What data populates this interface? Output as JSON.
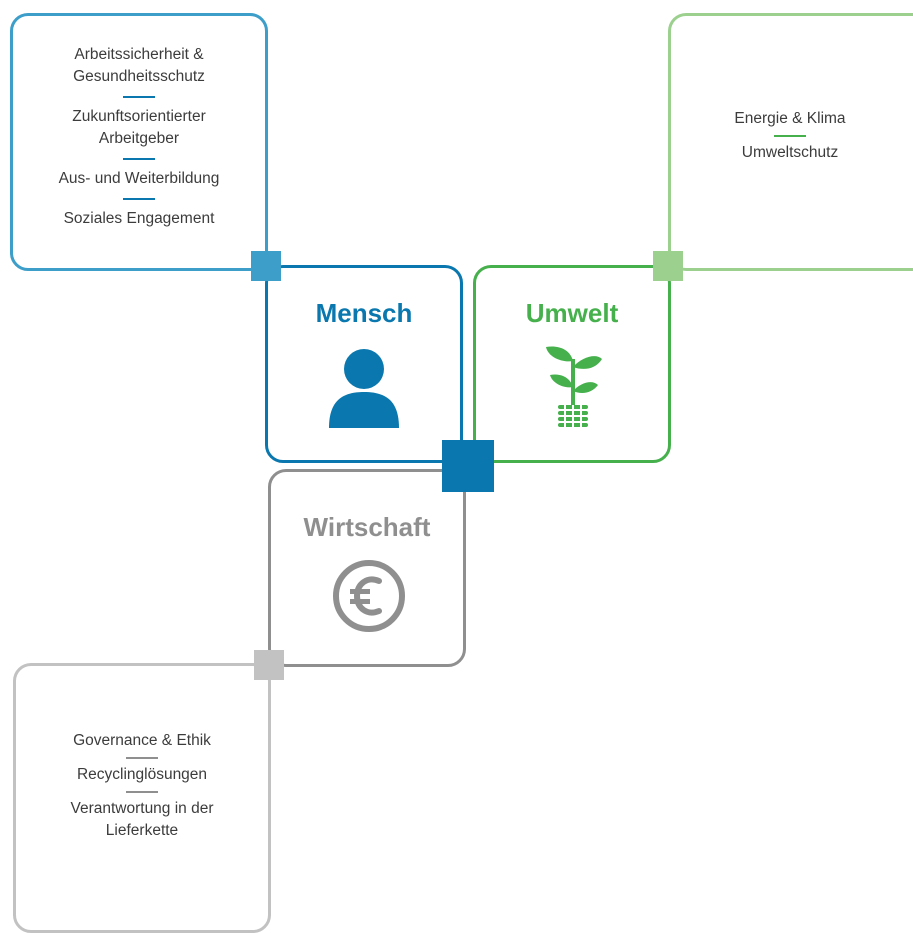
{
  "colors": {
    "mensch": "#0a78ae",
    "mensch_light": "#3c9ec9",
    "umwelt": "#45b04c",
    "umwelt_light": "#9cd08f",
    "wirtschaft": "#8f8f8f",
    "wirtschaft_light": "#c2c2c2"
  },
  "mensch": {
    "title": "Mensch",
    "icon": "person-icon",
    "topics": [
      "Arbeitssicherheit &",
      "Gesundheitsschutz",
      "Zukunftsorientierter",
      "Arbeitgeber",
      "Aus- und Weiterbildung",
      "Soziales Engagement"
    ]
  },
  "umwelt": {
    "title": "Umwelt",
    "icon": "plant-icon",
    "topics": [
      "Energie & Klima",
      "Umweltschutz"
    ]
  },
  "wirtschaft": {
    "title": "Wirtschaft",
    "icon": "euro-icon",
    "topics": [
      "Governance & Ethik",
      "Recyclinglösungen",
      "Verantwortung in der",
      "Lieferkette"
    ]
  }
}
